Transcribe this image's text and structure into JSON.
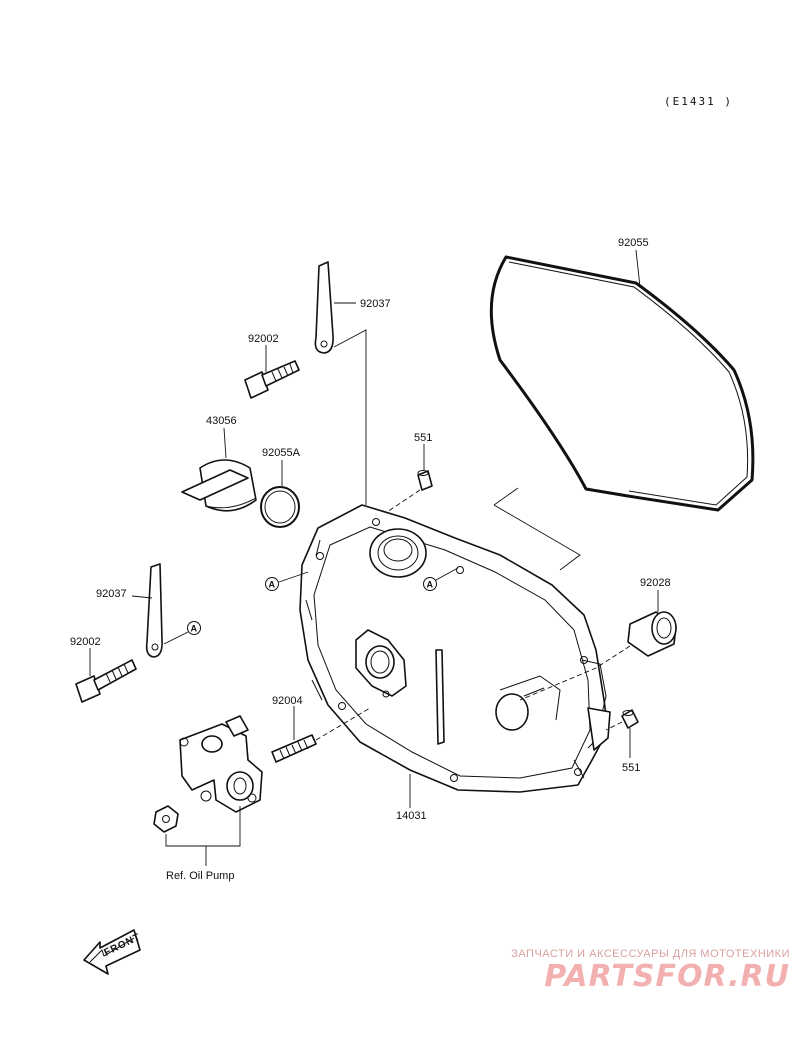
{
  "diagram": {
    "code": "(E1431 )",
    "callouts": {
      "gasket_big": "92055",
      "pipe_top": "92037",
      "bolt_top": "92002",
      "cap": "43056",
      "oring": "92055A",
      "dowel_top": "551",
      "pipe_left": "92037",
      "bolt_left": "92002",
      "bushing": "92028",
      "stud": "92004",
      "dowel_right": "551",
      "cover": "14031",
      "oil_pump": "Ref. Oil Pump"
    },
    "markers": [
      "A",
      "A",
      "A"
    ],
    "front_label": "FRONT"
  },
  "watermark": {
    "tagline": "ЗАПЧАСТИ И АКСЕССУАРЫ ДЛЯ МОТОТЕХНИКИ",
    "logo": "PARTSFOR.RU"
  }
}
